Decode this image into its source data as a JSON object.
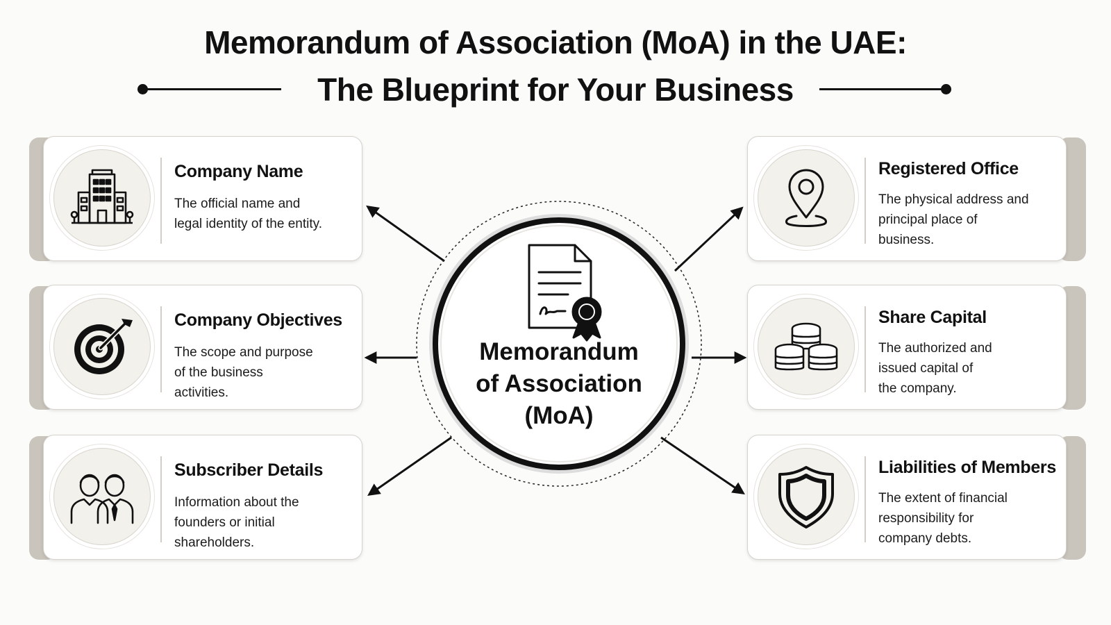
{
  "header": {
    "title_line1": "Memorandum of Association (MoA) in the UAE:",
    "title_line2": "The Blueprint for Your Business"
  },
  "center": {
    "lines": [
      "Memorandum",
      "of Association",
      "(MoA)"
    ],
    "icon": "certificate-document-icon"
  },
  "cards": {
    "company_name": {
      "title": "Company Name",
      "desc_lines": [
        "The official name and",
        "legal identity of the entity."
      ],
      "icon": "office-building-icon"
    },
    "company_objectives": {
      "title": "Company Objectives",
      "desc_lines": [
        "The scope and purpose",
        "of the business",
        "activities."
      ],
      "icon": "target-arrow-icon"
    },
    "subscriber_details": {
      "title": "Subscriber Details",
      "desc_lines": [
        "Information about the",
        "founders or initial",
        "shareholders."
      ],
      "icon": "people-icon"
    },
    "registered_office": {
      "title": "Registered Office",
      "desc_lines": [
        "The physical address and",
        "principal place of",
        "business."
      ],
      "icon": "location-pin-icon"
    },
    "share_capital": {
      "title": "Share Capital",
      "desc_lines": [
        "The authorized and",
        "issued capital of",
        "the company."
      ],
      "icon": "coin-stacks-icon"
    },
    "liabilities_of_members": {
      "title": "Liabilities of Members",
      "desc_lines": [
        "The extent of financial",
        "responsibility for",
        "company debts."
      ],
      "icon": "shield-icon"
    }
  },
  "colors": {
    "background": "#fbfbfa",
    "ink": "#111111",
    "card_tab": "#c9c4bc",
    "icon_bg": "#f3f1ec"
  }
}
